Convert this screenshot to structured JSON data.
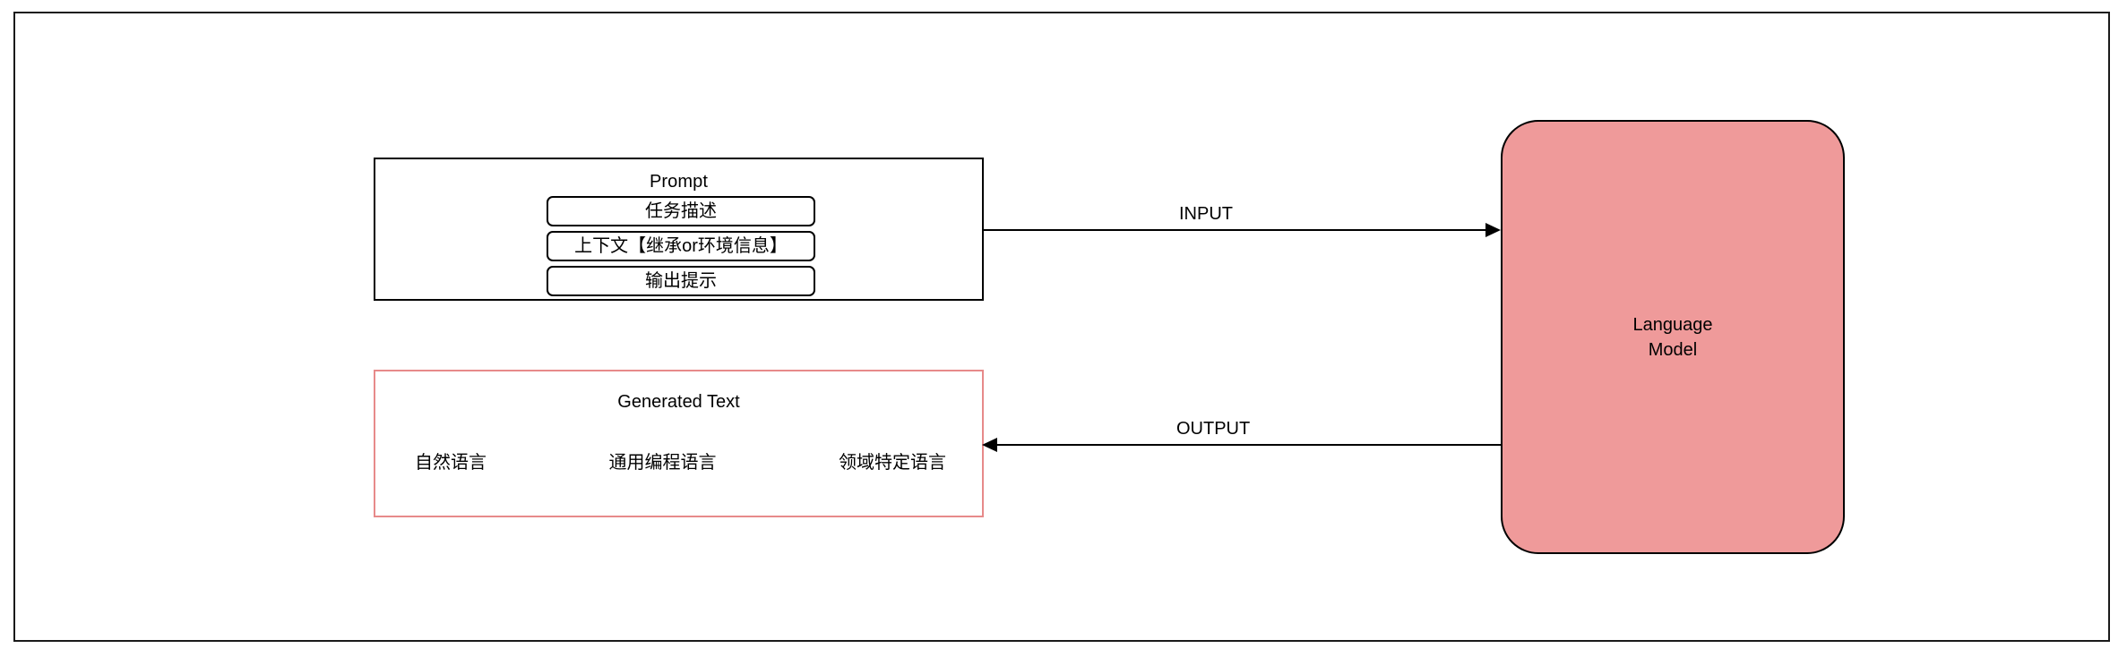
{
  "diagram": {
    "title": "Prompt / Language Model / Generated Text flow",
    "colors": {
      "model_fill": "#ef9a9a",
      "model_stroke": "#000000",
      "generated_stroke": "#e78a8a",
      "prompt_stroke": "#000000",
      "frame_stroke": "#1a1a1a",
      "background": "#ffffff"
    },
    "prompt": {
      "title": "Prompt",
      "rows": [
        {
          "label": "任务描述"
        },
        {
          "label": "上下文【继承or环境信息】"
        },
        {
          "label": "输出提示"
        }
      ]
    },
    "generated": {
      "title": "Generated Text",
      "languages": [
        {
          "label": "自然语言"
        },
        {
          "label": "通用编程语言"
        },
        {
          "label": "领域特定语言"
        }
      ]
    },
    "model": {
      "label": "Language\nModel"
    },
    "connectors": {
      "input": {
        "label": "INPUT",
        "direction": "right"
      },
      "output": {
        "label": "OUTPUT",
        "direction": "left"
      }
    }
  }
}
